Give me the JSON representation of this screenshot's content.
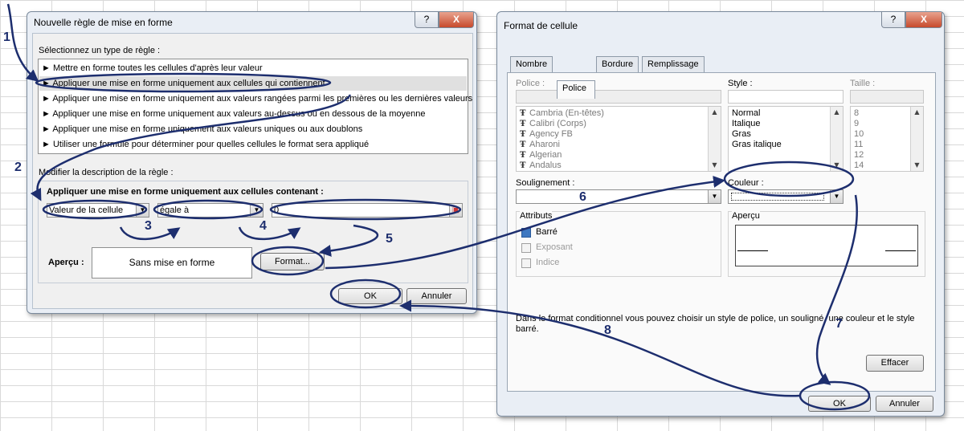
{
  "left_dialog": {
    "title": "Nouvelle règle de mise en forme",
    "help_label": "?",
    "close_label": "X",
    "select_type_label": "Sélectionnez un type de règle :",
    "rule_types": [
      "► Mettre en forme toutes les cellules d'après leur valeur",
      "► Appliquer une mise en forme uniquement aux cellules qui contiennent",
      "► Appliquer une mise en forme uniquement aux valeurs rangées parmi les premières ou les dernières valeurs",
      "► Appliquer une mise en forme uniquement aux valeurs au-dessus ou en dessous de la moyenne",
      "► Appliquer une mise en forme uniquement aux valeurs uniques ou aux doublons",
      "► Utiliser une formule pour déterminer pour quelles cellules le format sera appliqué"
    ],
    "description_label": "Modifier la description de la règle :",
    "apply_heading": "Appliquer une mise en forme uniquement aux cellules contenant :",
    "combo_cell": "Valeur de la cellule",
    "combo_operator": "égale à",
    "value_input": "0",
    "preview_label": "Aperçu :",
    "preview_text": "Sans mise en forme",
    "format_button": "Format...",
    "ok_button": "OK",
    "cancel_button": "Annuler"
  },
  "right_dialog": {
    "title": "Format de cellule",
    "help_label": "?",
    "close_label": "X",
    "tabs": [
      "Nombre",
      "Police",
      "Bordure",
      "Remplissage"
    ],
    "active_tab": "Police",
    "font_label": "Police :",
    "style_label": "Style :",
    "size_label": "Taille :",
    "fonts": [
      "Cambria (En-têtes)",
      "Calibri (Corps)",
      "Agency FB",
      "Aharoni",
      "Algerian",
      "Andalus"
    ],
    "styles": [
      "Normal",
      "Italique",
      "Gras",
      "Gras italique"
    ],
    "sizes": [
      "8",
      "9",
      "10",
      "11",
      "12",
      "14"
    ],
    "underline_label": "Soulignement :",
    "color_label": "Couleur :",
    "attributes_label": "Attributs",
    "attr_strike": "Barré",
    "attr_superscript": "Exposant",
    "attr_subscript": "Indice",
    "preview_label": "Aperçu",
    "info_text_line1": "Dans le format conditionnel vous pouvez choisir un style de police, un souligné, une couleur et le style",
    "info_text_line2": "barré.",
    "clear_button": "Effacer",
    "ok_button": "OK",
    "cancel_button": "Annuler"
  },
  "step_numbers": [
    "1",
    "2",
    "3",
    "4",
    "5",
    "6",
    "7",
    "8"
  ],
  "colors": {
    "annotation": "#1d2e6e",
    "selection": "#e0e0e0",
    "dialog_bg": "#e9eef5"
  }
}
